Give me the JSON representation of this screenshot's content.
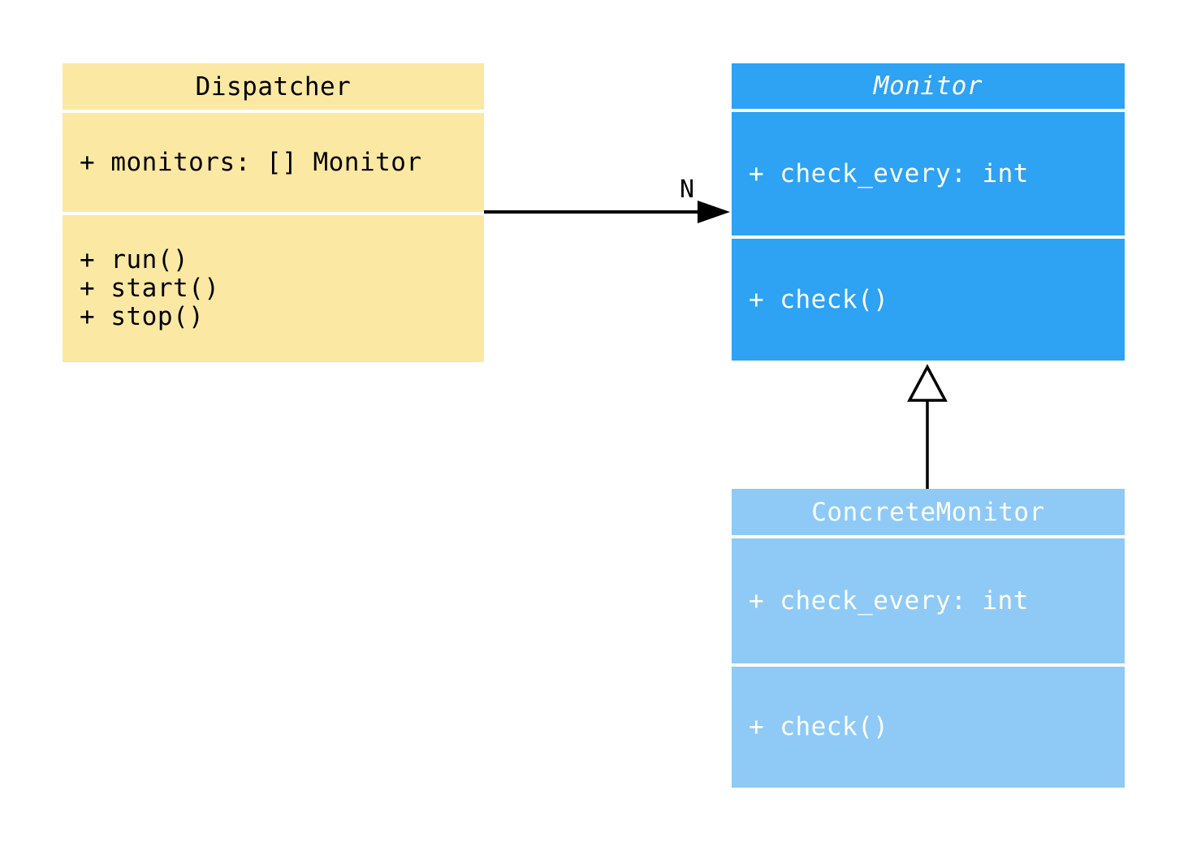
{
  "diagram": {
    "type": "uml-class-diagram",
    "background": "#ffffff",
    "classes": {
      "dispatcher": {
        "name": "Dispatcher",
        "abstract": false,
        "attributes": [
          "+ monitors: [] Monitor"
        ],
        "methods": [
          "+ run()",
          "+ start()",
          "+ stop()"
        ],
        "fill": "#FBE8A3",
        "text_color": "#000000"
      },
      "monitor": {
        "name": "Monitor",
        "abstract": true,
        "attributes": [
          "+ check_every: int"
        ],
        "methods": [
          "+ check()"
        ],
        "fill": "#2EA2F3",
        "text_color": "#FFFFFF"
      },
      "concrete_monitor": {
        "name": "ConcreteMonitor",
        "abstract": false,
        "attributes": [
          "+ check_every: int"
        ],
        "methods": [
          "+ check()"
        ],
        "fill": "#8FCAF6",
        "text_color": "#FFFFFF"
      }
    },
    "edges": {
      "association": {
        "type": "association-arrow",
        "from": "Dispatcher",
        "to": "Monitor",
        "label": "N",
        "color": "#000000"
      },
      "inheritance": {
        "type": "inheritance-arrow",
        "from": "ConcreteMonitor",
        "to": "Monitor",
        "label": "",
        "color": "#000000"
      }
    }
  }
}
